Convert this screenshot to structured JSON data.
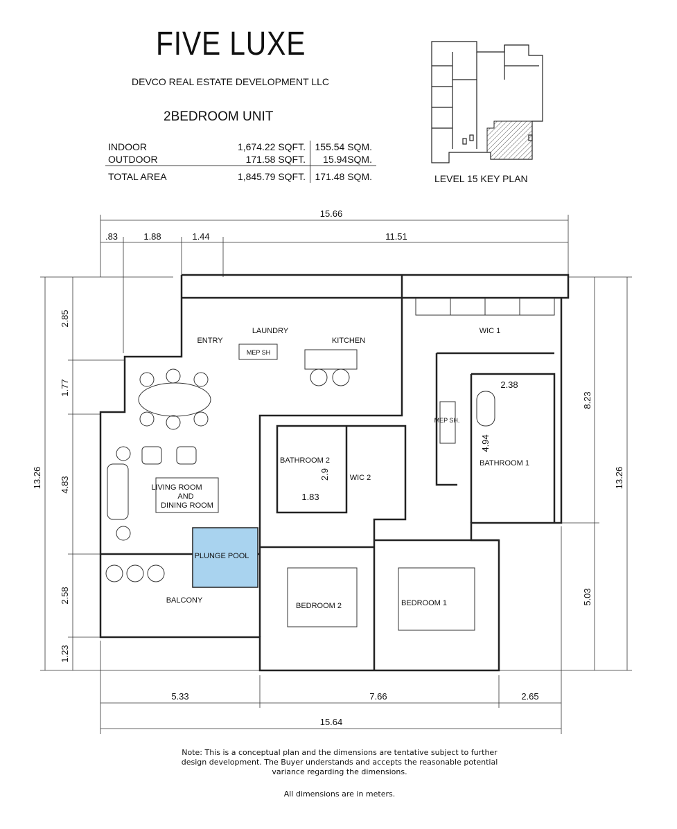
{
  "header": {
    "brand": "FIVE LUXE",
    "developer": "DEVCO REAL ESTATE DEVELOPMENT LLC",
    "unit_type": "2BEDROOM UNIT"
  },
  "areas": {
    "rows": [
      {
        "label": "INDOOR",
        "sqft": "1,674.22 SQFT.",
        "sqm": "155.54 SQM."
      },
      {
        "label": "OUTDOOR",
        "sqft": "171.58 SQFT.",
        "sqm": "15.94SQM."
      }
    ],
    "total": {
      "label": "TOTAL AREA",
      "sqft": "1,845.79 SQFT.",
      "sqm": "171.48 SQM."
    }
  },
  "key_plan": {
    "caption": "LEVEL 15 KEY PLAN"
  },
  "rooms": {
    "entry": "ENTRY",
    "laundry": "LAUNDRY",
    "kitchen": "KITCHEN",
    "wic1": "WIC 1",
    "mep1": "MEP SH",
    "mep2": "MEP SH.",
    "living1": "LIVING ROOM",
    "living2": "AND",
    "living3": "DINING ROOM",
    "bath2": "BATHROOM 2",
    "wic2": "WIC 2",
    "bath1": "BATHROOM 1",
    "pool": "PLUNGE POOL",
    "balcony": "BALCONY",
    "bed2": "BEDROOM 2",
    "bed1": "BEDROOM 1"
  },
  "dimensions": {
    "top_total": "15.66",
    "top_a": ".83",
    "top_b": "1.88",
    "top_c": "1.44",
    "top_d": "11.51",
    "left_total": "13.26",
    "left_a": "2.85",
    "left_b": "1.77",
    "left_c": "4.83",
    "left_d": "2.58",
    "left_e": "1.23",
    "right_total": "13.26",
    "right_a": "8.23",
    "right_b": "5.03",
    "bottom_a": "5.33",
    "bottom_b": "7.66",
    "bottom_c": "2.65",
    "bottom_total": "15.64",
    "bath1_w": "2.38",
    "bath1_h": "4.94",
    "bath2_h": "2.9",
    "bath2_w": "1.83"
  },
  "colors": {
    "pool": "#a9d3ef",
    "wall": "#222222"
  },
  "notes": {
    "disclaimer": "Note: This is a conceptual plan and the dimensions are tentative subject to further design development. The Buyer understands and accepts the reasonable potential variance regarding the dimensions.",
    "units": "All dimensions are in meters."
  }
}
